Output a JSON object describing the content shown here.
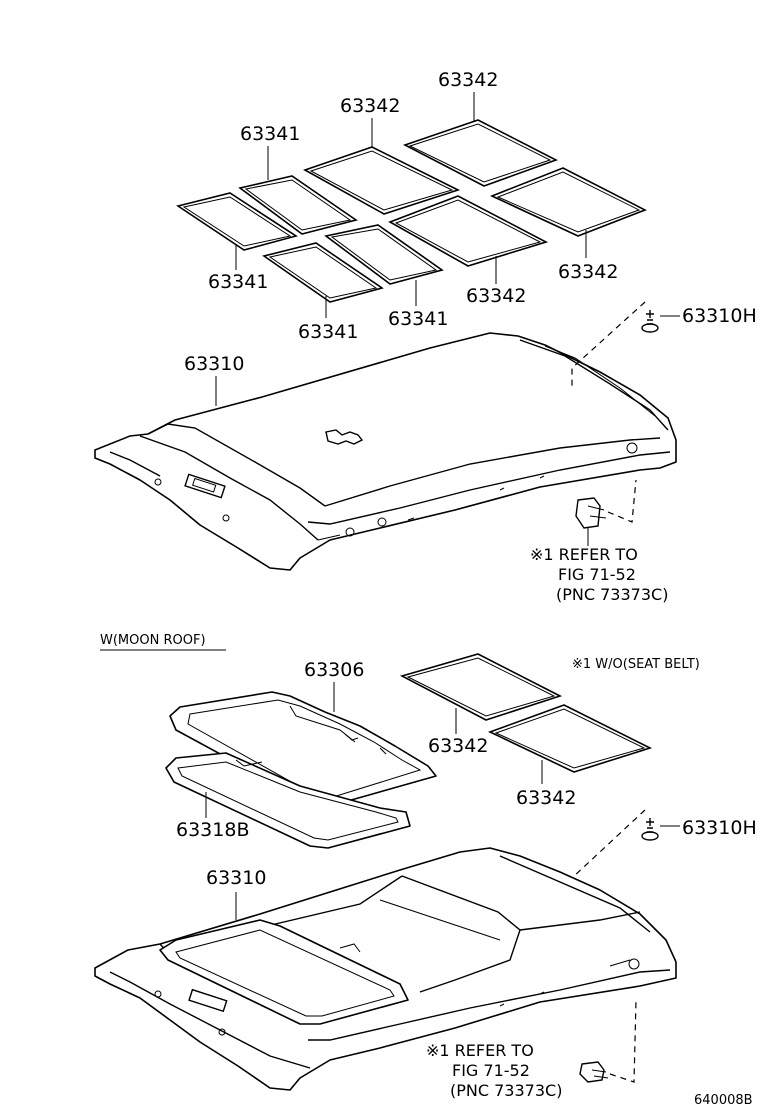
{
  "labels": {
    "p63342_a": "63342",
    "p63342_b": "63342",
    "p63341_a": "63341",
    "p63341_b": "63341",
    "p63341_c": "63341",
    "p63341_d": "63341",
    "p63342_c": "63342",
    "p63342_d": "63342",
    "p63310h_a": "63310H",
    "p63310_a": "63310",
    "p63306": "63306",
    "p63342_e": "63342",
    "p63342_f": "63342",
    "p63318b": "63318B",
    "p63310h_b": "63310H",
    "p63310_b": "63310",
    "figure_code": "640008B"
  },
  "notes": {
    "refer_a_line1": "※1 REFER TO",
    "refer_a_line2": "FIG 71-52",
    "refer_a_line3": "(PNC 73373C)",
    "section_title": "W(MOON ROOF)",
    "wo_seat_belt": "※1 W/O(SEAT BELT)",
    "refer_b_line1": "※1 REFER TO",
    "refer_b_line2": "FIG 71-52",
    "refer_b_line3": "(PNC 73373C)"
  }
}
